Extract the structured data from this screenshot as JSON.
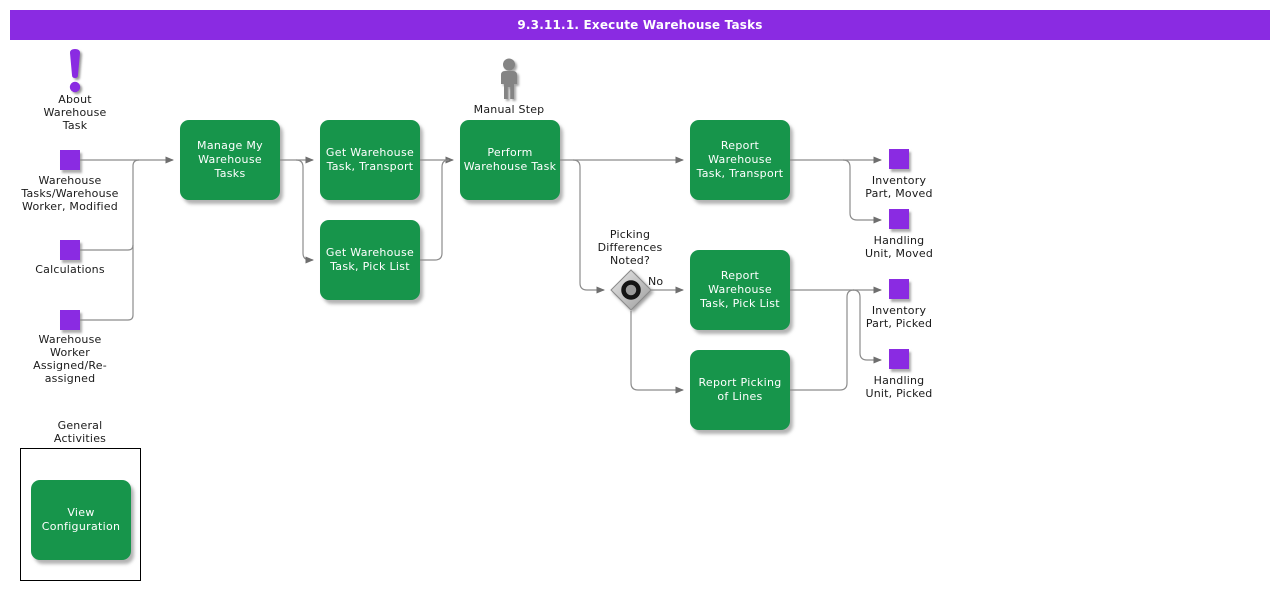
{
  "window": {
    "title": "9.3.11.1. Execute Warehouse Tasks"
  },
  "colors": {
    "accent_purple": "#8a2be2",
    "activity_green": "#17954b",
    "connector_gray": "#8c8c8c",
    "icon_gray": "#848484"
  },
  "icons": {
    "about": "exclamation-icon",
    "manual_step": "person-icon",
    "decision": "decision-diamond-icon",
    "event": "purple-square-icon"
  },
  "annotations": {
    "about_warehouse_task": "About\nWarehouse\nTask",
    "manual_step": "Manual Step",
    "picking_differences": "Picking\nDifferences\nNoted?",
    "no": "No",
    "general_activities": "General\nActivities"
  },
  "events": {
    "warehouse_tasks_modified": "Warehouse\nTasks/Warehouse\nWorker, Modified",
    "calculations": "Calculations",
    "warehouse_worker_assigned": "Warehouse\nWorker\nAssigned/Re-\nassigned",
    "inventory_part_moved": "Inventory\nPart, Moved",
    "handling_unit_moved": "Handling\nUnit, Moved",
    "inventory_part_picked": "Inventory\nPart, Picked",
    "handling_unit_picked": "Handling\nUnit, Picked"
  },
  "activities": {
    "manage": "Manage My\nWarehouse\nTasks",
    "get_transport": "Get Warehouse\nTask, Transport",
    "get_pick_list": "Get Warehouse\nTask, Pick List",
    "perform": "Perform\nWarehouse Task",
    "report_transport": "Report\nWarehouse\nTask, Transport",
    "report_pick_list": "Report\nWarehouse\nTask, Pick List",
    "report_picking_lines": "Report Picking\nof Lines",
    "view_configuration": "View\nConfiguration"
  }
}
